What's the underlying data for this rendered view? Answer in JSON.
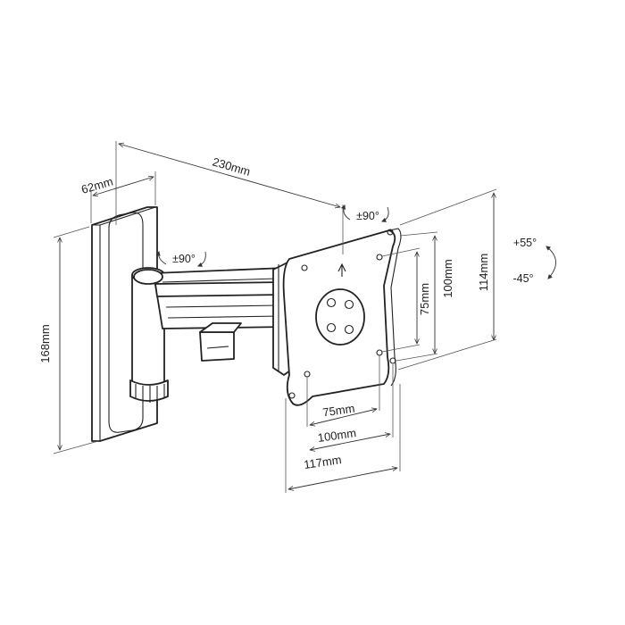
{
  "dimensions": {
    "arm_length": "230mm",
    "wall_plate_width": "62mm",
    "wall_plate_height": "168mm",
    "vesa_height_75": "75mm",
    "vesa_height_100": "100mm",
    "plate_height": "114mm",
    "vesa_width_75": "75mm",
    "vesa_width_100": "100mm",
    "plate_width": "117mm"
  },
  "rotations": {
    "arm_swivel": "±90°",
    "head_swivel": "±90°",
    "tilt_up": "+55°",
    "tilt_down": "-45°"
  }
}
